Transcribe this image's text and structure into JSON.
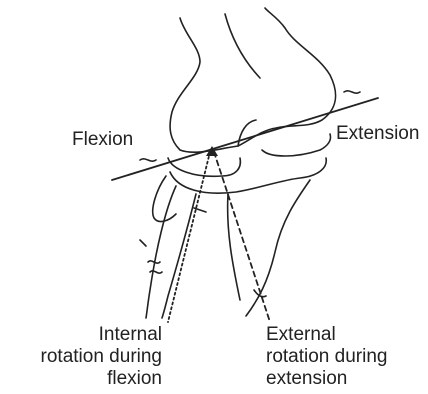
{
  "labels": {
    "flexion": "Flexion",
    "extension": "Extension",
    "internal": [
      "Internal",
      "rotation during",
      "flexion"
    ],
    "external": [
      "External",
      "rotation during",
      "extension"
    ]
  },
  "colors": {
    "ink": "#222222",
    "background": "#ffffff"
  }
}
